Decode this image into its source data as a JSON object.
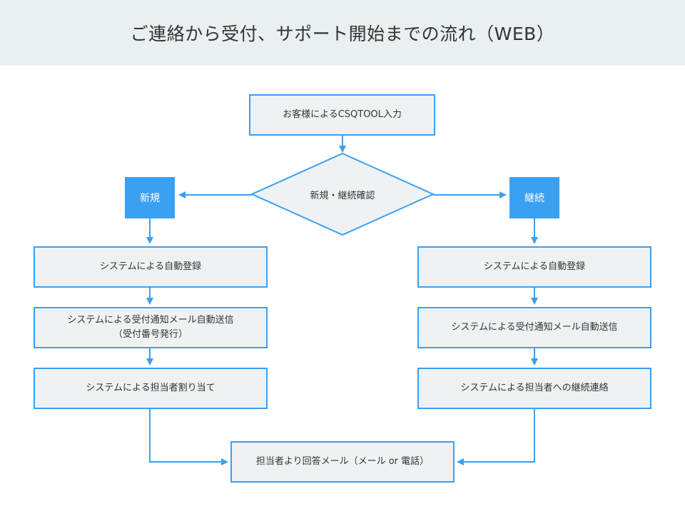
{
  "title": "ご連絡から受付、サポート開始までの流れ（WEB）",
  "colors": {
    "header_bg": "#eaeff2",
    "box_fill": "#eff2f4",
    "accent": "#3aa0f2",
    "text": "#333333"
  },
  "flow": {
    "start": "お客様によるCSQTOOL入力",
    "decision": "新規・継続確認",
    "branch_new": "新規",
    "branch_continue": "継続",
    "new_steps": {
      "register": "システムによる自動登録",
      "mail_line1": "システムによる受付通知メール自動送信",
      "mail_line2": "（受付番号発行）",
      "assign": "システムによる担当者割り当て"
    },
    "continue_steps": {
      "register": "システムによる自動登録",
      "mail": "システムによる受付通知メール自動送信",
      "contact": "システムによる担当者への継続連絡"
    },
    "end": "担当者より回答メール（メール or 電話）"
  }
}
